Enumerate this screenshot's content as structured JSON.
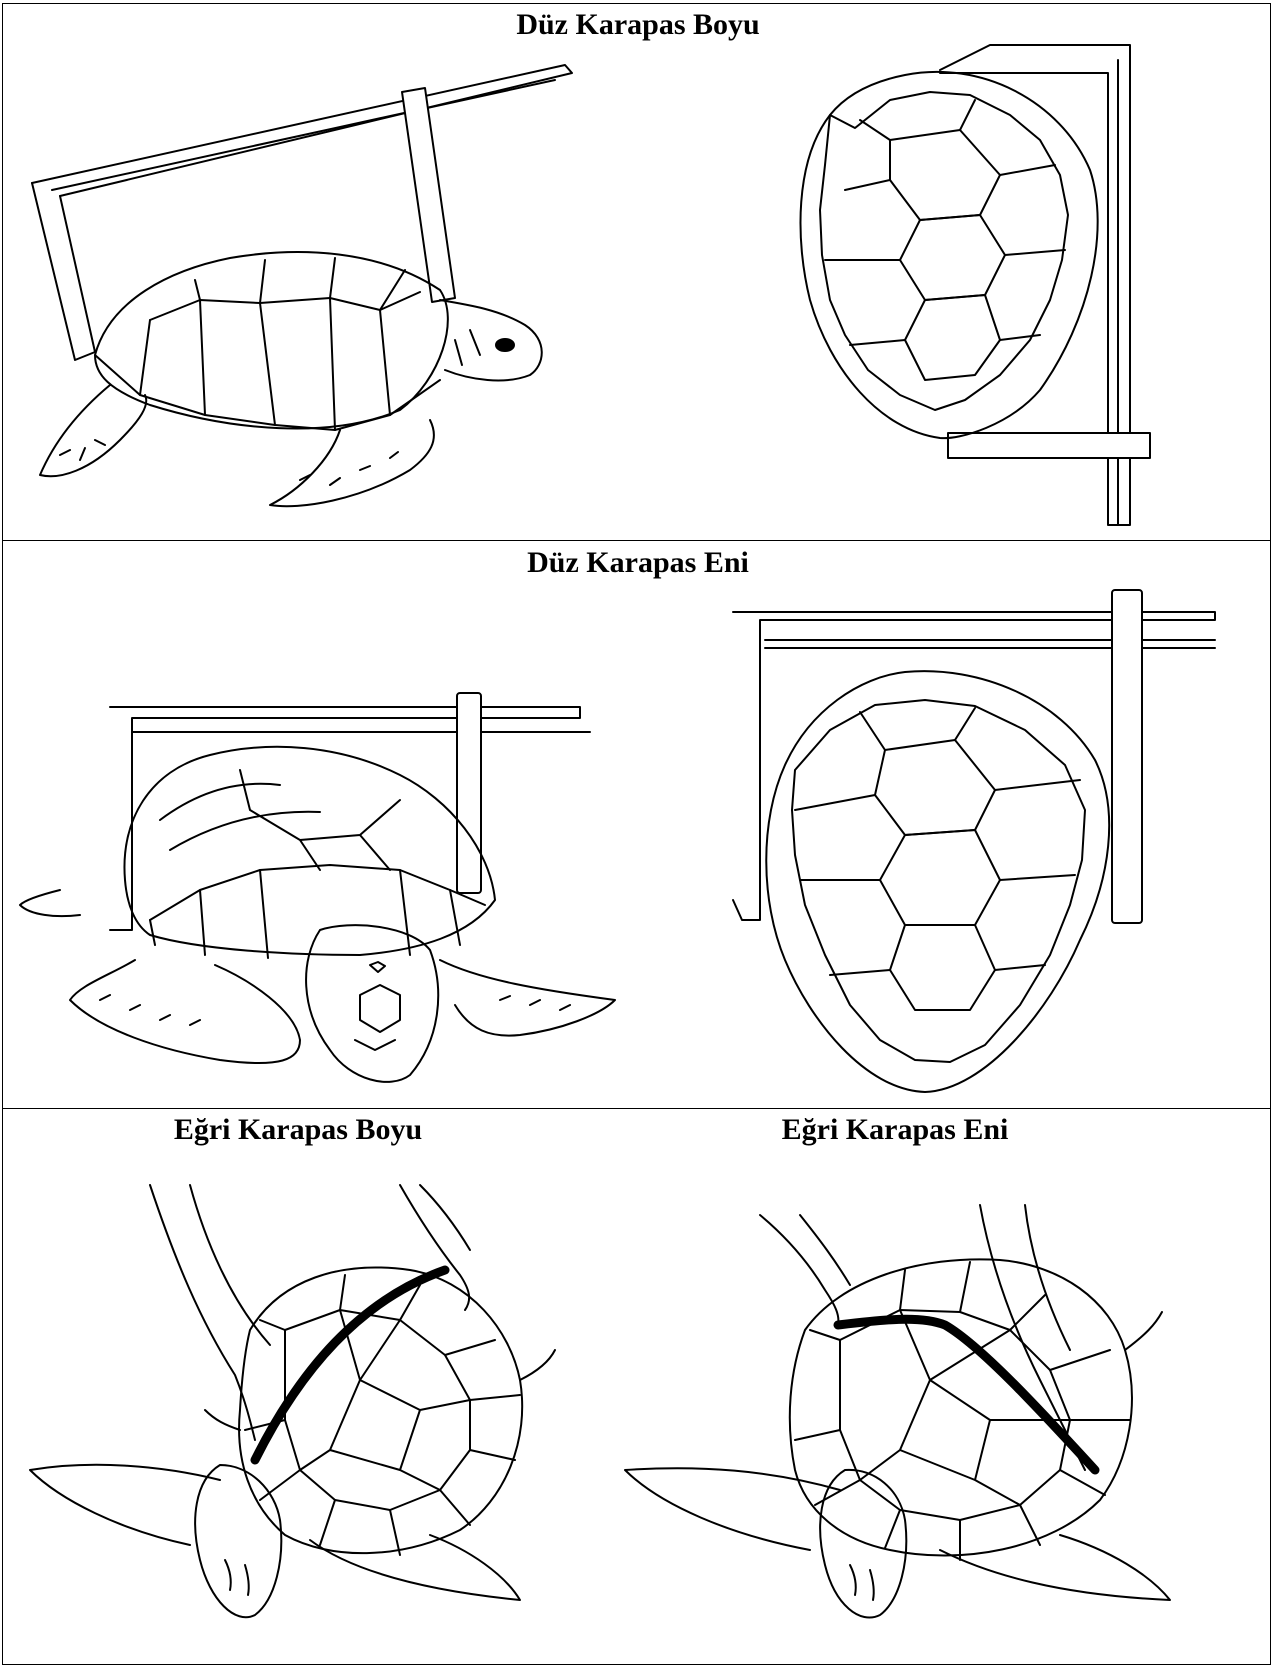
{
  "panels": {
    "straight_length": {
      "title": "Düz Karapas Boyu"
    },
    "straight_width": {
      "title": "Düz Karapas Eni"
    },
    "curved_length": {
      "title": "Eğri Karapas Boyu"
    },
    "curved_width": {
      "title": "Eğri Karapas Eni"
    }
  }
}
